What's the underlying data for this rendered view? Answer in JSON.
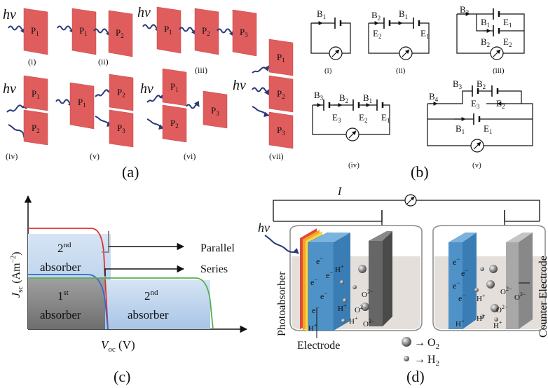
{
  "a": {
    "hv": "hv",
    "p1": "P",
    "p2": "P",
    "p3": "P",
    "s1": "1",
    "s2": "2",
    "s3": "3",
    "roman": [
      "(i)",
      "(ii)",
      "(iii)",
      "(iv)",
      "(v)",
      "(vi)",
      "(vii)"
    ],
    "caption": "(a)"
  },
  "b": {
    "B": "B",
    "E": "E",
    "n1": "1",
    "n2": "2",
    "n3": "3",
    "n4": "4",
    "roman": [
      "(i)",
      "(ii)",
      "(iii)",
      "(iv)",
      "(v)"
    ],
    "caption": "(b)"
  },
  "c": {
    "ylabel_j": "J",
    "ylabel_sub": "sc",
    "ylabel_unit": " (Am",
    "ylabel_exp": "−2",
    "ylabel_close": ")",
    "xlabel_v": "V",
    "xlabel_sub": "oc",
    "xlabel_unit": " (V)",
    "second": "2",
    "nd": "nd",
    "first": "1",
    "st": "st",
    "absorber": "absorber",
    "parallel": "Parallel",
    "series": "Series",
    "caption": "(c)"
  },
  "d": {
    "current": "I",
    "hv": "hv",
    "photoabsorber": "Photoabsorber",
    "electrode": "Electrode",
    "counter": "Counter Electrode",
    "e": "e",
    "minus": "−",
    "h": "H",
    "plus": "+",
    "o": "O",
    "two": "2",
    "twominus": "2−",
    "arrow": "→",
    "caption": "(d)"
  },
  "colors": {
    "panel": "#e05d5d",
    "wave": "#2a3a7a",
    "curve_red": "#e03030",
    "curve_blue": "#3a6ad0",
    "curve_green": "#55b055",
    "absorber_blue": "#bcd3ee",
    "absorber_gray": "#8a8a8a",
    "electrode_blue": "#4f92c8",
    "electrode_gray": "#9a9a9a",
    "electrolyte": "#e4dfda"
  }
}
